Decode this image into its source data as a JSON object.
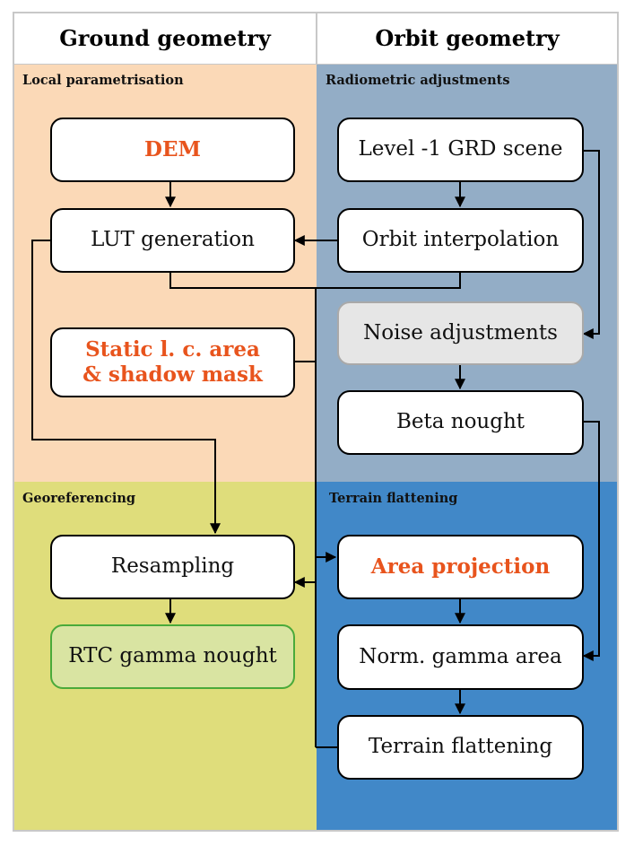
{
  "columns": {
    "left": "Ground geometry",
    "right": "Orbit geometry"
  },
  "sections": {
    "local": "Local parametrisation",
    "radiometric": "Radiometric adjustments",
    "georef": "Georeferencing",
    "terrain": "Terrain flattening"
  },
  "boxes": {
    "dem": "DEM",
    "lut": "LUT generation",
    "static_line1": "Static l. c. area",
    "static_line2": "& shadow mask",
    "level1": "Level -1 GRD scene",
    "orbit": "Orbit interpolation",
    "noise": "Noise adjustments",
    "beta": "Beta nought",
    "resampling": "Resampling",
    "rtc": "RTC gamma nought",
    "area": "Area projection",
    "norm": "Norm. gamma area",
    "flatten": "Terrain flattening"
  },
  "colors": {
    "orange_bg": "#fbd9b7",
    "steel_bg": "#93adc6",
    "yellow_bg": "#dfdd7b",
    "blue_bg": "#4188c8",
    "highlight_text": "#e8541d"
  }
}
